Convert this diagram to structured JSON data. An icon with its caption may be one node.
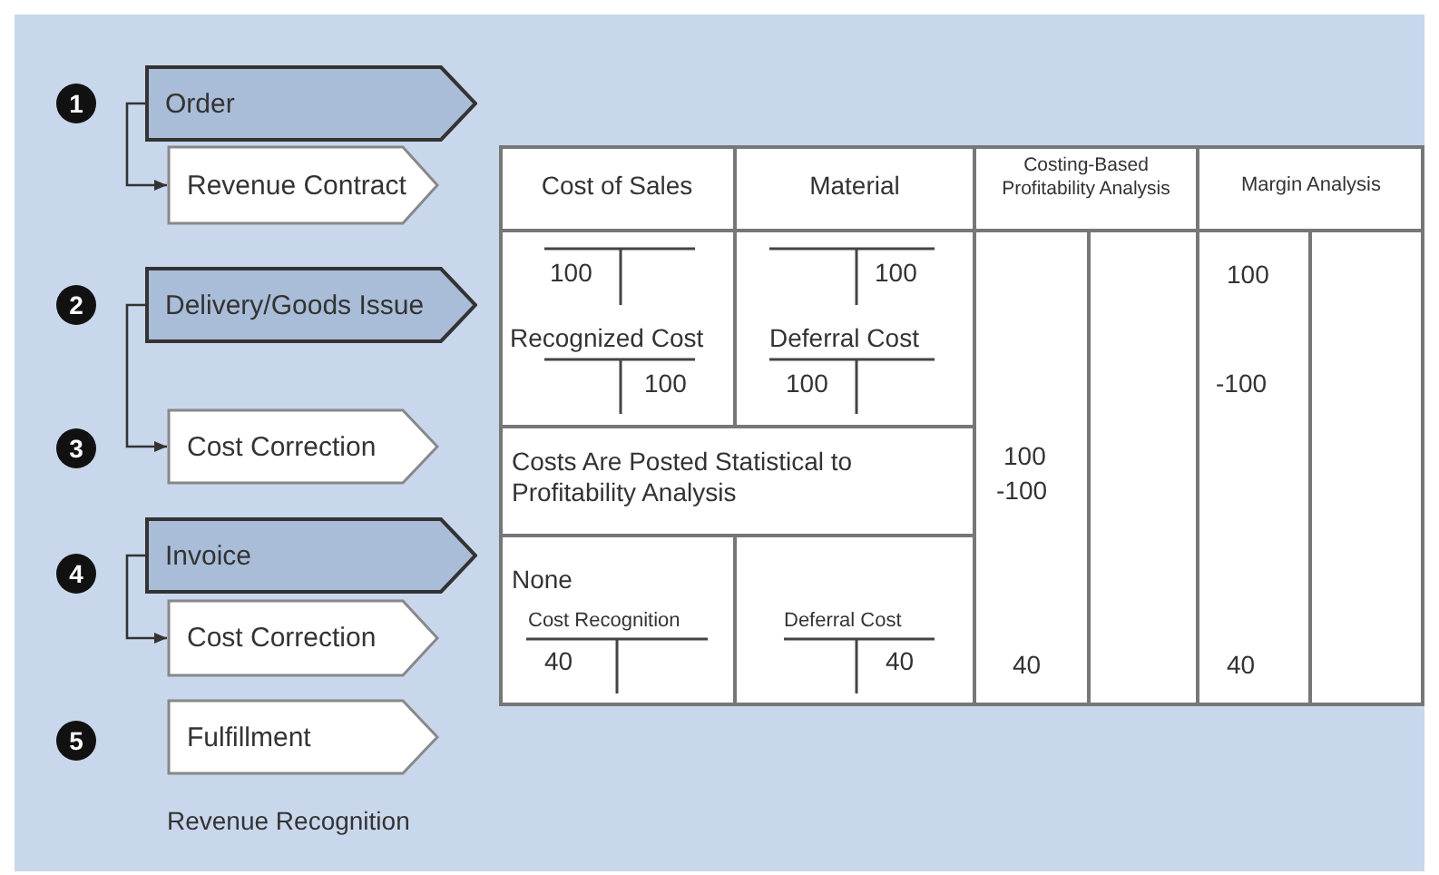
{
  "diagram": {
    "nodes": [
      {
        "text": [
          "Order"
        ]
      },
      {
        "text": [
          "Revenue Contract"
        ]
      },
      {
        "text": [
          "Delivery/Goods Issue"
        ]
      },
      {
        "text": [
          "Cost Correction"
        ]
      },
      {
        "text": [
          "Invoice"
        ]
      },
      {
        "text": [
          "Cost Correction"
        ]
      },
      {
        "text": [
          "Fulfillment"
        ]
      }
    ],
    "edges": [
      {
        "from": 0,
        "to": 1,
        "arrow": "to"
      },
      {
        "from": 2,
        "to": 3,
        "arrow": "to"
      },
      {
        "from": 4,
        "to": 5,
        "arrow": "to"
      }
    ],
    "labels": [
      "1",
      "2",
      "3",
      "4",
      "5",
      "Revenue Recognition",
      "Cost of Sales",
      "Material",
      "Costing-Based Profitability Analysis",
      "Margin Analysis",
      "100",
      "100",
      "100",
      "Recognized Cost",
      "Deferral Cost",
      "100",
      "100",
      "-100",
      "Costs Are Posted Statistical to Profitability Analysis",
      "100",
      "-100",
      "None",
      "Cost Recognition",
      "Deferral Cost",
      "40",
      "40",
      "40",
      "40"
    ]
  }
}
